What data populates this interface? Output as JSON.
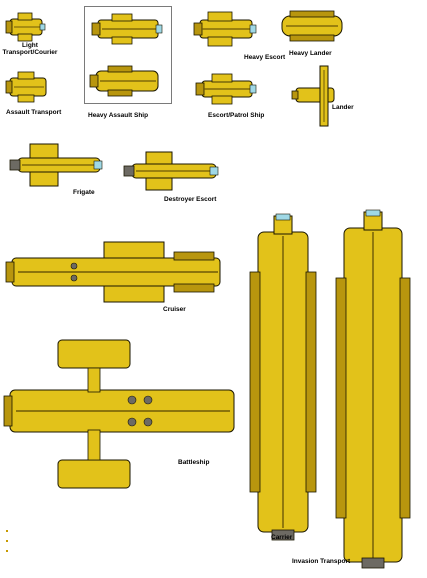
{
  "colors": {
    "hull": "#e2c21a",
    "hull_dark": "#b8960e",
    "outline": "#1a1600",
    "shadow": "#6e5a08",
    "window": "#9fd8e6",
    "engine": "#6d6a63",
    "selection": "#7a7a7a"
  },
  "ships": [
    {
      "id": "light-transport",
      "label": "Light\nTransport/Courier",
      "selected": false
    },
    {
      "id": "heavy-assault-ship",
      "label": "Heavy Assault Ship",
      "selected": true
    },
    {
      "id": "heavy-escort",
      "label": "Heavy Escort",
      "selected": false
    },
    {
      "id": "heavy-lander",
      "label": "Heavy Lander",
      "selected": false
    },
    {
      "id": "assault-transport",
      "label": "Assault Transport",
      "selected": false
    },
    {
      "id": "escort-patrol-ship",
      "label": "Escort/Patrol Ship",
      "selected": false
    },
    {
      "id": "lander",
      "label": "Lander",
      "selected": false
    },
    {
      "id": "frigate",
      "label": "Frigate",
      "selected": false
    },
    {
      "id": "destroyer-escort",
      "label": "Destroyer Escort",
      "selected": false
    },
    {
      "id": "cruiser",
      "label": "Cruiser",
      "selected": false
    },
    {
      "id": "battleship",
      "label": "Battleship",
      "selected": false
    },
    {
      "id": "carrier",
      "label": "Carrier",
      "selected": false
    },
    {
      "id": "invasion-transport",
      "label": "Invasion Transport",
      "selected": false
    }
  ]
}
